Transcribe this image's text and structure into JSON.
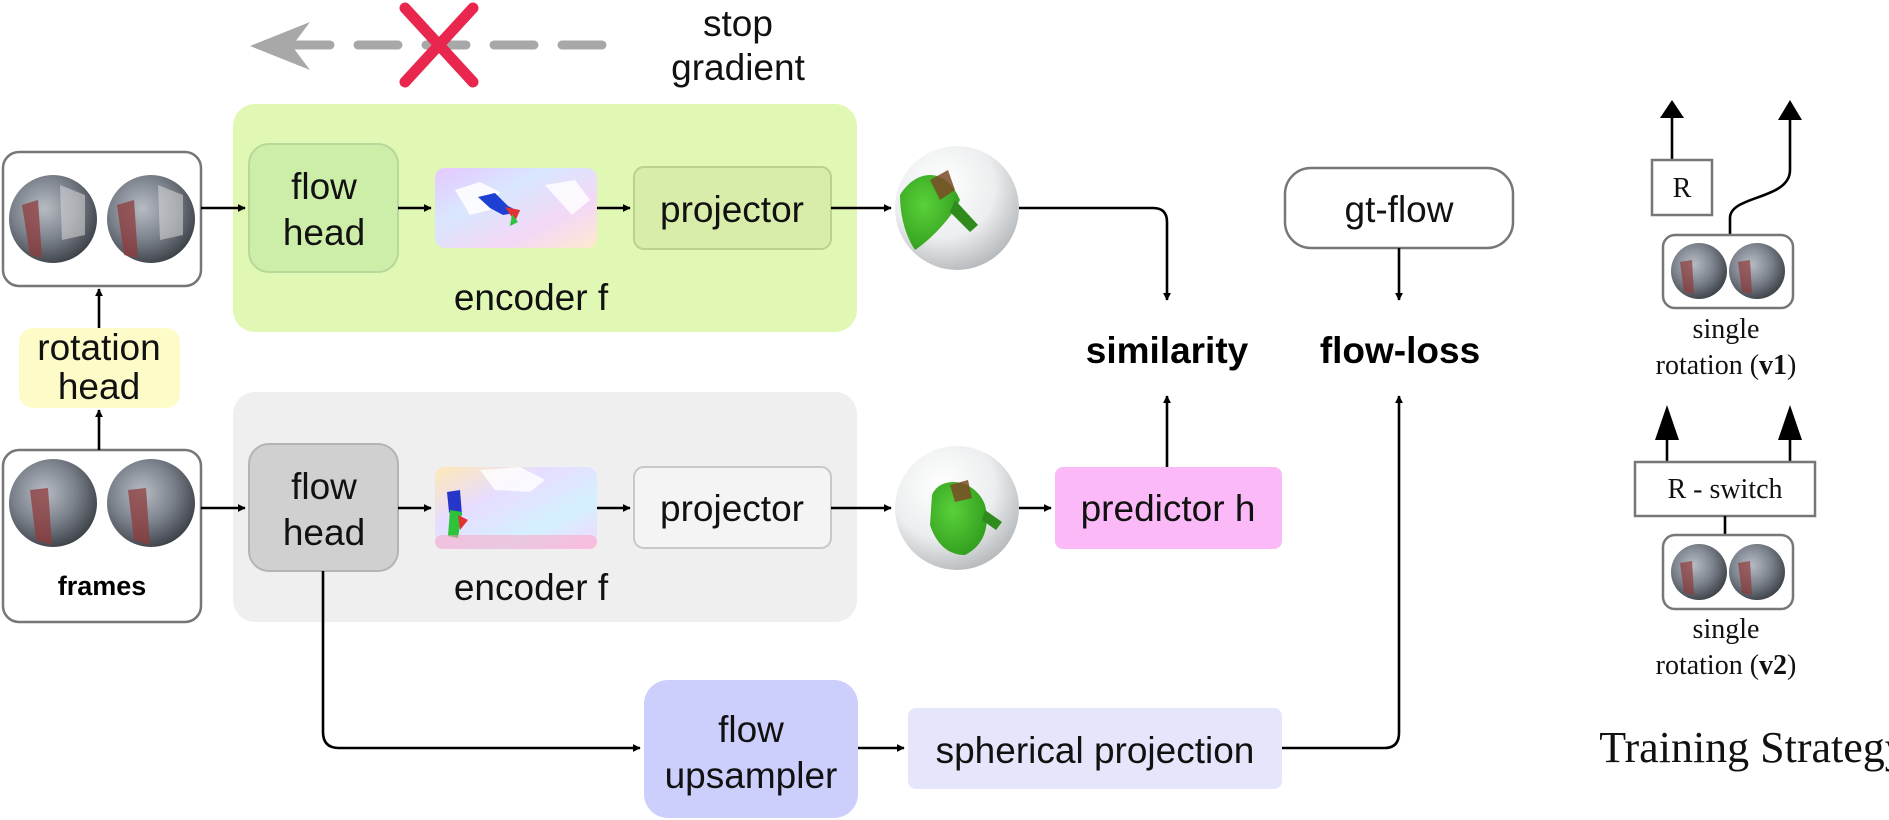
{
  "stop_gradient": {
    "line1": "stop",
    "line2": "gradient"
  },
  "top_branch": {
    "flow_head": {
      "line1": "flow",
      "line2": "head"
    },
    "projector": "projector",
    "encoder": "encoder f"
  },
  "bottom_branch": {
    "flow_head": {
      "line1": "flow",
      "line2": "head"
    },
    "projector": "projector",
    "encoder": "encoder f"
  },
  "rotation_head": {
    "line1": "rotation",
    "line2": "head"
  },
  "frames_label": "frames",
  "predictor": "predictor h",
  "similarity": "similarity",
  "gt_flow": "gt-flow",
  "flow_loss": "flow-loss",
  "flow_upsampler": {
    "line1": "flow",
    "line2": "upsampler"
  },
  "spherical_projection": "spherical projection",
  "training_strategy": {
    "title": "Training Strategy",
    "v1": {
      "r_box": "R",
      "line1": "single",
      "line2_prefix": "rotation (",
      "version": "v1",
      "line2_suffix": ")"
    },
    "v2": {
      "r_box": "R - switch",
      "line1": "single",
      "line2_prefix": "rotation (",
      "version": "v2",
      "line2_suffix": ")"
    }
  },
  "colors": {
    "top_panel": "#e1f7b4",
    "bottom_panel": "#efefef",
    "flow_head_top": "#cdeea8",
    "projector_top": "#d9edaa",
    "flow_head_bottom": "#d0d0d0",
    "rotation_head": "#fdfbc8",
    "predictor": "#fbbaf7",
    "flow_upsampler": "#cccefc",
    "spherical_projection": "#e5e6fc",
    "stop_cross": "#e8264e",
    "dashed_arrow": "#a8a8a8"
  }
}
